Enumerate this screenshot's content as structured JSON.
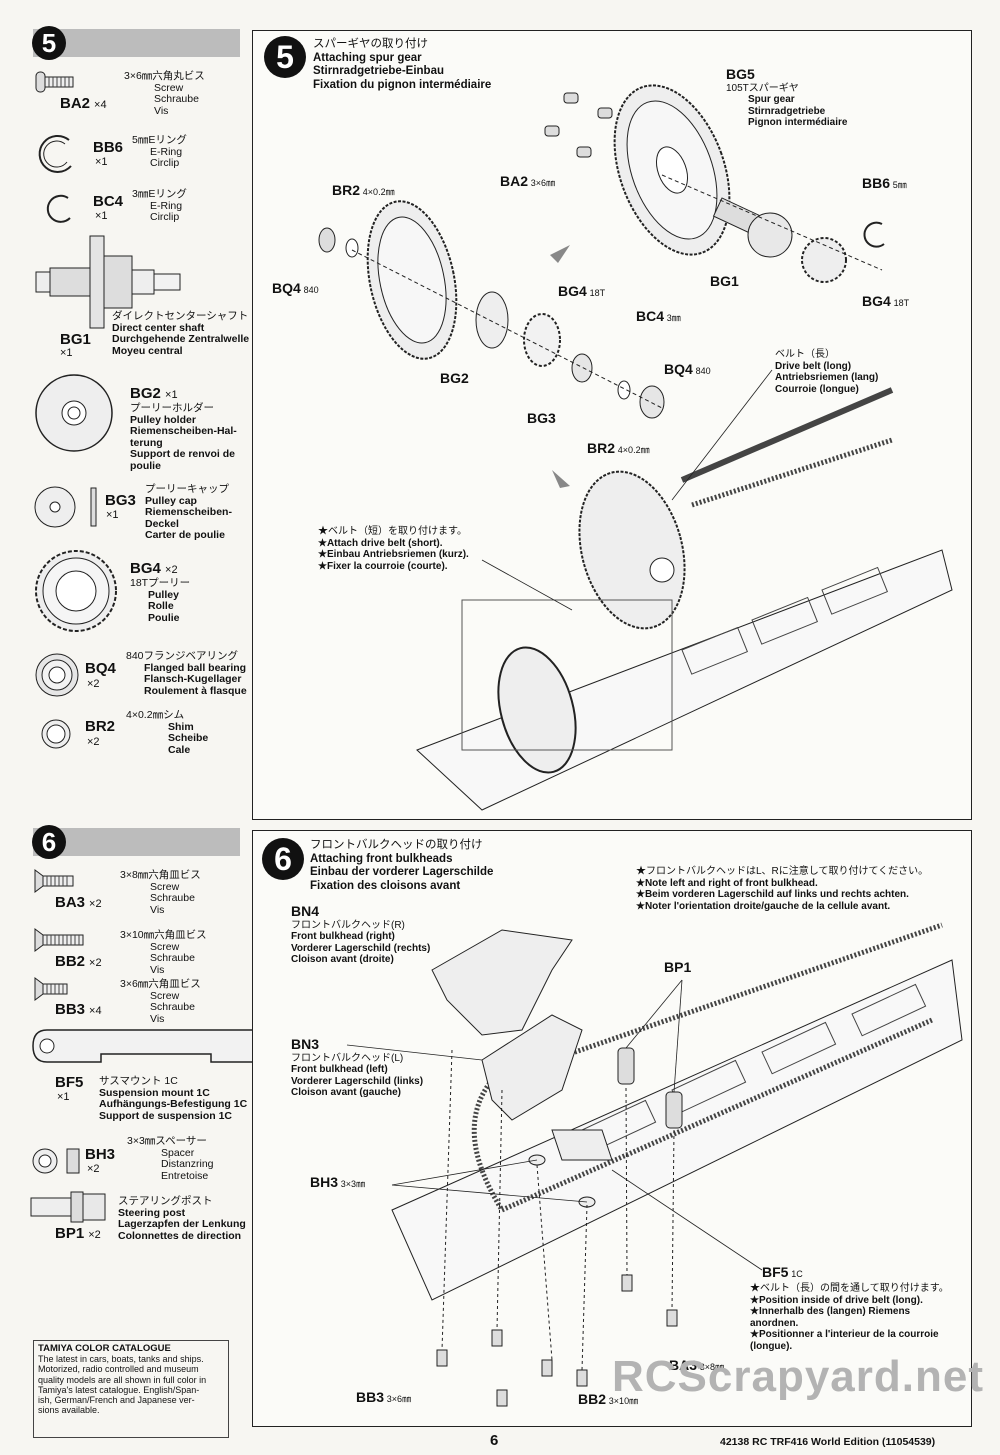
{
  "step5": {
    "number": "5",
    "parts": [
      {
        "code": "BA2",
        "qty": "×4",
        "jp": "3×6㎜六角丸ビス",
        "en": "Screw",
        "de": "Schraube",
        "fr": "Vis"
      },
      {
        "code": "BB6",
        "qty": "×1",
        "jp": "5㎜Eリング",
        "en": "E-Ring",
        "de": "Circlip"
      },
      {
        "code": "BC4",
        "qty": "×1",
        "jp": "3㎜Eリング",
        "en": "E-Ring",
        "de": "Circlip"
      },
      {
        "code": "BG1",
        "qty": "×1",
        "jp": "ダイレクトセンターシャフト",
        "en": "Direct center shaft",
        "de": "Durchgehende Zentralwelle",
        "fr": "Moyeu central"
      },
      {
        "code": "BG2",
        "qty": "×1",
        "jp": "プーリーホルダー",
        "en": "Pulley holder",
        "de1": "Riemenscheiben-Hal-",
        "de2": "terung",
        "fr1": "Support de renvoi de",
        "fr2": "poulie"
      },
      {
        "code": "BG3",
        "qty": "×1",
        "jp": "プーリーキャップ",
        "en": "Pulley cap",
        "de1": "Riemenscheiben-",
        "de2": "Deckel",
        "fr": "Carter de poulie"
      },
      {
        "code": "BG4",
        "qty": "×2",
        "jp": "18Tプーリー",
        "en": "Pulley",
        "de": "Rolle",
        "fr": "Poulie"
      },
      {
        "code": "BQ4",
        "qty": "×2",
        "jp": "840フランジベアリング",
        "en": "Flanged ball bearing",
        "de": "Flansch-Kugellager",
        "fr": "Roulement à flasque"
      },
      {
        "code": "BR2",
        "qty": "×2",
        "jp": "4×0.2㎜シム",
        "en": "Shim",
        "de": "Scheibe",
        "fr": "Cale"
      }
    ],
    "title_jp": "スパーギヤの取り付け",
    "title_en": "Attaching spur gear",
    "title_de": "Stirnradgetriebe-Einbau",
    "title_fr": "Fixation du pignon intermédiaire",
    "bg5": {
      "code": "BG5",
      "jp": "105Tスパーギヤ",
      "en": "Spur gear",
      "de": "Stirnradgetriebe",
      "fr": "Pignon intermédiaire"
    },
    "callouts": {
      "br2_top": "BR2",
      "br2_top_size": "4×0.2㎜",
      "bq4_left": "BQ4",
      "bq4_left_size": "840",
      "ba2": "BA2",
      "ba2_size": "3×6㎜",
      "bb6": "BB6",
      "bb6_size": "5㎜",
      "bg1": "BG1",
      "bg4_right": "BG4",
      "bg4_right_size": "18T",
      "bg4_mid": "BG4",
      "bg4_mid_size": "18T",
      "bc4": "BC4",
      "bc4_size": "3㎜",
      "bg2": "BG2",
      "bg3": "BG3",
      "bq4_mid": "BQ4",
      "bq4_mid_size": "840",
      "br2_mid": "BR2",
      "br2_mid_size": "4×0.2㎜"
    },
    "belt_long": {
      "jp": "ベルト（長）",
      "en": "Drive belt (long)",
      "de": "Antriebsriemen (lang)",
      "fr": "Courroie (longue)"
    },
    "belt_short": {
      "jp": "★ベルト（短）を取り付けます。",
      "en": "★Attach drive belt (short).",
      "de": "★Einbau Antriebsriemen (kurz).",
      "fr": "★Fixer la courroie (courte)."
    }
  },
  "step6": {
    "number": "6",
    "parts": [
      {
        "code": "BA3",
        "qty": "×2",
        "jp": "3×8㎜六角皿ビス",
        "en": "Screw",
        "de": "Schraube",
        "fr": "Vis"
      },
      {
        "code": "BB2",
        "qty": "×2",
        "jp": "3×10㎜六角皿ビス",
        "en": "Screw",
        "de": "Schraube",
        "fr": "Vis"
      },
      {
        "code": "BB3",
        "qty": "×4",
        "jp": "3×6㎜六角皿ビス",
        "en": "Screw",
        "de": "Schraube",
        "fr": "Vis"
      },
      {
        "code": "BF5",
        "qty": "×1",
        "jp": "サスマウント 1C",
        "en": "Suspension mount 1C",
        "de": "Aufhängungs-Befestigung 1C",
        "fr": "Support de suspension 1C"
      },
      {
        "code": "BH3",
        "qty": "×2",
        "jp": "3×3㎜スペーサー",
        "en": "Spacer",
        "de": "Distanzring",
        "fr": "Entretoise"
      },
      {
        "code": "BP1",
        "qty": "×2",
        "jp": "ステアリングポスト",
        "en": "Steering post",
        "de": "Lagerzapfen der Lenkung",
        "fr": "Colonnettes de direction"
      }
    ],
    "title_jp": "フロントバルクヘッドの取り付け",
    "title_en": "Attaching front bulkheads",
    "title_de": "Einbau der vorderer Lagerschilde",
    "title_fr": "Fixation des cloisons avant",
    "note_lr": {
      "jp": "★フロントバルクヘッドはL、Rに注意して取り付けてください。",
      "en": "★Note left and right of front bulkhead.",
      "de": "★Beim vorderen Lagerschild auf links und rechts achten.",
      "fr": "★Noter l'orientation droite/gauche de la cellule avant."
    },
    "bn4": {
      "code": "BN4",
      "jp": "フロントバルクヘッド(R)",
      "en": "Front bulkhead (right)",
      "de": "Vorderer Lagerschild (rechts)",
      "fr": "Cloison avant (droite)"
    },
    "bn3": {
      "code": "BN3",
      "jp": "フロントバルクヘッド(L)",
      "en": "Front bulkhead (left)",
      "de": "Vorderer Lagerschild (links)",
      "fr": "Cloison avant (gauche)"
    },
    "bp1": "BP1",
    "bh3": "BH3",
    "bh3_size": "3×3㎜",
    "bf5": "BF5",
    "bf5_size": "1C",
    "belt_note": {
      "jp": "★ベルト（長）の間を通して取り付けます。",
      "en": "★Position inside of drive belt (long).",
      "de1": "★Innerhalb des (langen) Riemens",
      "de2": "anordnen.",
      "fr1": "★Positionner a l'interieur de la courroie",
      "fr2": "(longue)."
    },
    "ba3": "BA3",
    "ba3_size": "3×8㎜",
    "bb3": "BB3",
    "bb3_size": "3×6㎜",
    "bb2": "BB2",
    "bb2_size": "3×10㎜"
  },
  "catalogue": {
    "title": "TAMIYA COLOR CATALOGUE",
    "lines": [
      "The latest in cars, boats, tanks and ships.",
      "Motorized, radio controlled and museum",
      "quality models are all shown in full color in",
      "Tamiya's latest catalogue. English/Span-",
      "ish, German/French and Japanese ver-",
      "sions available."
    ]
  },
  "footer": {
    "page": "6",
    "code": "42138",
    "product": "RC TRF416 World Edition (11054539)"
  },
  "watermark": "RCScrapyard.net"
}
